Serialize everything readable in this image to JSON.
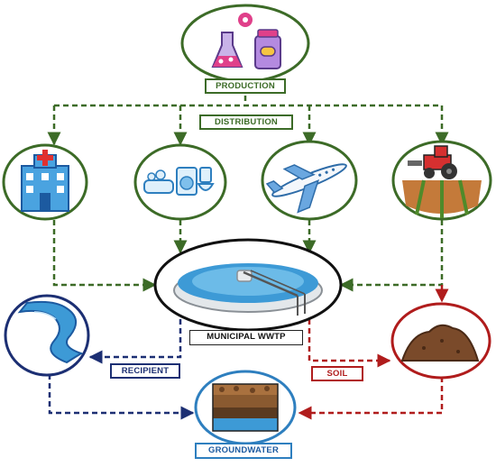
{
  "labels": {
    "production": "PRODUCTION",
    "distribution": "DISTRIBUTION",
    "municipal_wwtp": "MUNICIPAL WWTP",
    "recipient": "RECIPIENT",
    "soil": "SOIL",
    "groundwater": "GROUNDWATER"
  },
  "colors": {
    "green": "#3c6b27",
    "navy": "#1c2f73",
    "red": "#b01c1c",
    "blue": "#2e7fbf",
    "water": "#3d9ad6",
    "soil_brown": "#7a4a2a"
  },
  "icons": {
    "production": "lab-flask-pill-icon",
    "hospital": "hospital-icon",
    "household": "bathroom-appliances-icon",
    "travel": "airplane-icon",
    "agriculture": "tractor-field-icon",
    "wwtp": "treatment-tank-icon",
    "recipient": "river-icon",
    "soil": "soil-pile-icon",
    "groundwater": "soil-layers-icon"
  }
}
